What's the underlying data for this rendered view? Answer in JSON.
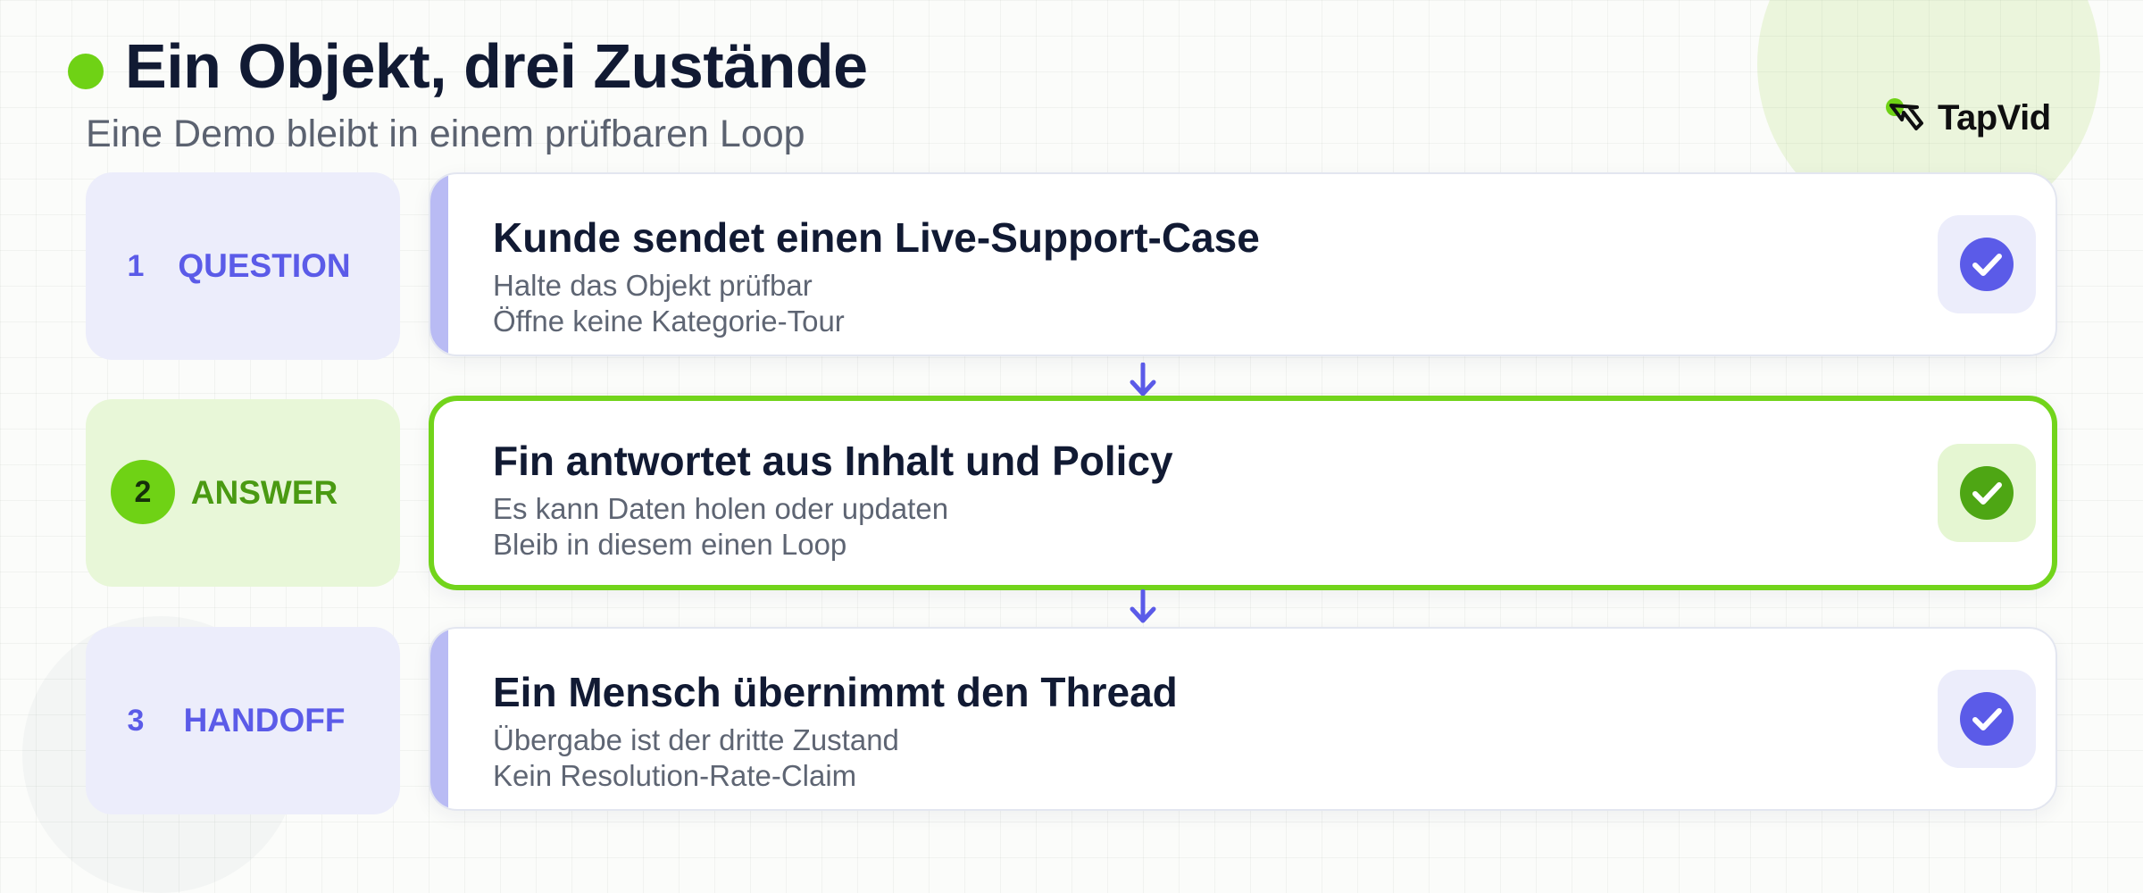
{
  "header": {
    "title": "Ein Objekt, drei Zustände",
    "subtitle": "Eine Demo bleibt in einem prüfbaren Loop"
  },
  "brand": {
    "name": "TapVid",
    "accent": "#6fd215"
  },
  "colors": {
    "blue_accent": "#5b5be8",
    "green_accent": "#6fd215",
    "green_text": "#4a9a12",
    "title_text": "#111a33"
  },
  "steps": [
    {
      "number": "1",
      "label": "QUESTION",
      "theme": "blue",
      "card_title": "Kunde sendet einen Live-Support-Case",
      "line1": "Halte das Objekt prüfbar",
      "line2": "Öffne keine Kategorie-Tour",
      "status_icon": "check-circle-icon",
      "active": false
    },
    {
      "number": "2",
      "label": "ANSWER",
      "theme": "green",
      "card_title": "Fin antwortet aus Inhalt und Policy",
      "line1": "Es kann Daten holen oder updaten",
      "line2": "Bleib in diesem einen Loop",
      "status_icon": "check-circle-icon",
      "active": true
    },
    {
      "number": "3",
      "label": "HANDOFF",
      "theme": "blue",
      "card_title": "Ein Mensch übernimmt den Thread",
      "line1": "Übergabe ist der dritte Zustand",
      "line2": "Kein Resolution-Rate-Claim",
      "status_icon": "check-circle-icon",
      "active": false
    }
  ],
  "connectors": [
    "arrow-down-icon",
    "arrow-down-icon"
  ]
}
